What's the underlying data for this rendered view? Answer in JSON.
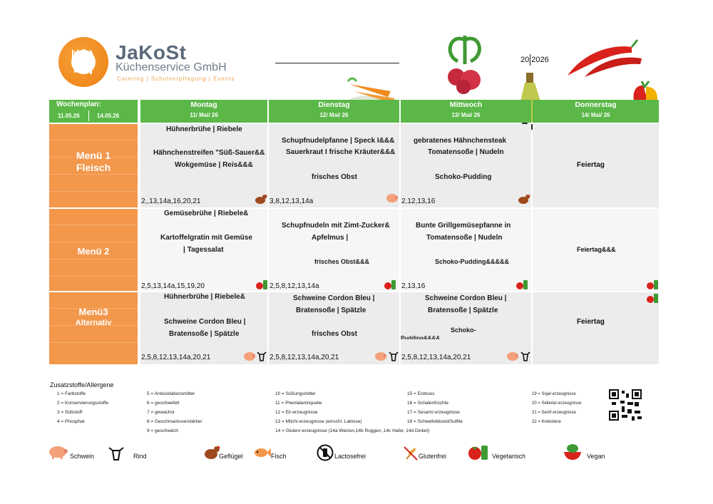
{
  "brand": {
    "name": "JaKoSt",
    "sub": "Küchenservice GmbH",
    "tagline": "Catering | Schulverpflegung | Events"
  },
  "year": {
    "prefix": "20",
    "value": "2026"
  },
  "colors": {
    "green": "#5bb848",
    "orange": "#f3974b",
    "cell": "#ececec"
  },
  "week": {
    "label": "Wochenplan:",
    "from": "11.05.26",
    "to": "14.05.26"
  },
  "days": [
    {
      "name": "Montag",
      "date": "11/ Mai/ 26"
    },
    {
      "name": "Dienstag",
      "date": "12/ Mai/ 26"
    },
    {
      "name": "Mittwoch",
      "date": "13/ Mai/ 26"
    },
    {
      "name": "Donnerstag",
      "date": "14/ Mai/ 26"
    }
  ],
  "menus": [
    {
      "label1": "Menü 1",
      "label2": "Fleisch"
    },
    {
      "label1": "Menü 2",
      "label2": ""
    },
    {
      "label1": "Menü3",
      "label2": "Alternativ"
    }
  ],
  "m1": {
    "mon": [
      "Hühnerbrühe | Riebele",
      "Hähnchenstreifen  \"Süß-Sauer&&",
      "Wokgemüse    | Reis&&&"
    ],
    "mon_codes": "2,,13,14a,16,20,21",
    "tue": [
      "Schupfnudelpfanne    | Speck  I&&&",
      "Sauerkraut   I frische  Kräuter&&&",
      "frisches Obst"
    ],
    "tue_codes": "3,8,12,13,14a",
    "wed": [
      "gebratenes Hähnchensteak",
      "Tomatensoße | Nudeln",
      "Schoko-Pudding"
    ],
    "wed_codes": "2,12,13,16",
    "thu": "Feiertag"
  },
  "m2": {
    "mon": [
      "Gemüsebrühe | Riebele&",
      "Kartoffelgratin mit Gemüse",
      "| Tagessalat"
    ],
    "mon_codes": "2,5,13,14a,15,19,20",
    "tue": [
      "Schupfnudeln mit Zimt-Zucker&",
      "Apfelmus |",
      "frisches     Obst&&&"
    ],
    "tue_codes": "2,5,8,12,13,14a",
    "wed": [
      "Bunte Grillgemüsepfanne in",
      "Tomatensoße |  Nudeln",
      "Schoko-Pudding&&&&&"
    ],
    "wed_codes": "2,13,16",
    "thu": "Feiertag&&&"
  },
  "m3": {
    "mon": [
      "Hühnerbrühe | Riebele&",
      "Schweine Cordon Bleu |",
      "Bratensoße | Spätzle"
    ],
    "mon_codes": "2,5,8,12,13,14a,20,21",
    "tue": [
      "Schweine Cordon Bleu |",
      "Bratensoße | Spätzle",
      "frisches Obst"
    ],
    "tue_codes": "2,5,8,12,13,14a,20,21",
    "wed": [
      "Schweine Cordon Bleu |",
      "Bratensoße | Spätzle",
      "Schoko-",
      "Pudding&&&&"
    ],
    "wed_codes": "2,5,8,12,13,14a,20,21",
    "thu": "Feiertag"
  },
  "legend": {
    "title": "Zusatzstoffe/Allergene",
    "c1": [
      "1 = Farbstoffe",
      "2 = Konservierungsstoffe",
      "3 = Süßstoff",
      "4 = Phosphat"
    ],
    "c2": [
      "5 = Antioxidationsmittel",
      "6 = geschwefelt",
      "7 = gewachst",
      "8 = Geschmacksverstärker",
      "9 = geschwärzt"
    ],
    "c3": [
      "10 = Süßungsmittel",
      "11 = Phenlalaninquelle",
      "12 = Ei/-erzeugnisse",
      "13 = Milch/-erzeugnisse (einschl. Laktose)",
      "14 = Gluten/-erzeugnisse (14a Weizen,14b Roggen ,14c Hafer, 14d Dinkel)"
    ],
    "c4": [
      "15 = Erdnuss",
      "16 = Schalenfrüchte",
      "17 = Sesam/-erzeugnisse",
      "18 = Schwefeldioxid/Sulfite"
    ],
    "c5": [
      "19 = Soja/-erzeugnisse",
      "20 = Sellerie/-erzeugnisse",
      "21 = Senf/-erzeugnisse",
      "22 = Krebstiere"
    ]
  },
  "icons": [
    {
      "name": "pig-icon",
      "label": "Schwein"
    },
    {
      "name": "cow-icon",
      "label": "Rind"
    },
    {
      "name": "chicken-icon",
      "label": "Geflügel"
    },
    {
      "name": "fish-icon",
      "label": "Fisch"
    },
    {
      "name": "lactose-free-icon",
      "label": "Lactosefrei"
    },
    {
      "name": "gluten-free-icon",
      "label": "Glutenfrei"
    },
    {
      "name": "vegetarian-icon",
      "label": "Vegetarisch"
    },
    {
      "name": "vegan-icon",
      "label": "Vegan"
    }
  ]
}
